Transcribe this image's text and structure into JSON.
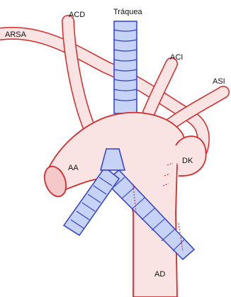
{
  "labels": {
    "trachea": "Tráquea",
    "acd": "ACD",
    "arsa": "ARSA",
    "aci": "ACI",
    "asi": "ASI",
    "aa": "AA",
    "dk": "DK",
    "ad": "AD"
  },
  "colors": {
    "vessel_fill": "#f9e3e3",
    "vessel_stroke": "#d62b2b",
    "airway_fill": "#c6d2f6",
    "airway_stroke": "#2f3fd0",
    "cut_line": "#d62b2b"
  }
}
